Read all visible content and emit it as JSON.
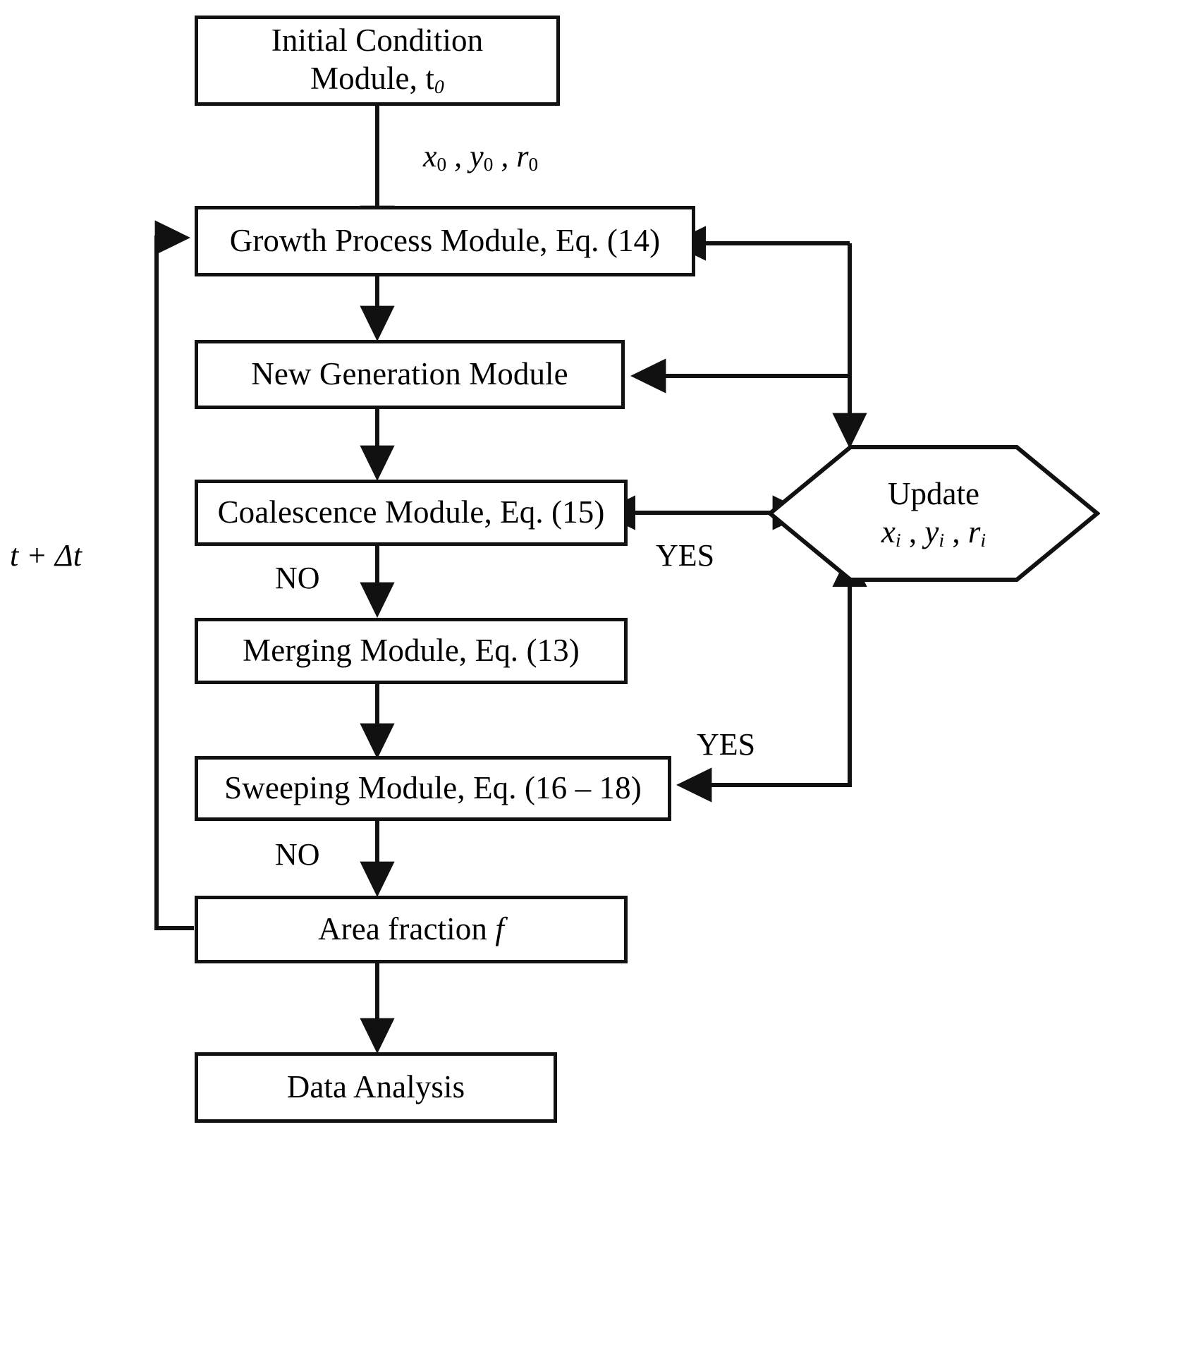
{
  "diagram": {
    "title": "Simulation flowchart",
    "stroke_color": "#111111",
    "background": "#ffffff"
  },
  "nodes": [
    {
      "id": "initial-condition",
      "shape": "rect",
      "line1": "Initial Condition",
      "line2": "Module, t",
      "sub2": "0"
    },
    {
      "id": "growth-process",
      "shape": "rect",
      "label": "Growth Process Module, Eq. (14)"
    },
    {
      "id": "new-generation",
      "shape": "rect",
      "label": "New Generation Module"
    },
    {
      "id": "coalescence",
      "shape": "rect",
      "label": "Coalescence Module, Eq. (15)"
    },
    {
      "id": "merging",
      "shape": "rect",
      "label": "Merging Module, Eq. (13)"
    },
    {
      "id": "sweeping",
      "shape": "rect",
      "label": "Sweeping Module, Eq. (16 – 18)"
    },
    {
      "id": "area-fraction",
      "shape": "rect",
      "label": "Area fraction f"
    },
    {
      "id": "data-analysis",
      "shape": "rect",
      "label": "Data Analysis"
    },
    {
      "id": "update",
      "shape": "hexagon",
      "line1": "Update",
      "line2": "x",
      "sub_a": "i",
      "line3": "y",
      "sub_b": "i",
      "line4": "r",
      "sub_c": "i"
    }
  ],
  "edge_labels": {
    "initial_to_growth": {
      "x": "x",
      "y": "y",
      "r": "r",
      "sub": "0"
    },
    "coalescence_no": "NO",
    "coalescence_yes": "YES",
    "sweeping_no": "NO",
    "sweeping_yes": "YES",
    "time_step": "t + Δt"
  },
  "node_text": {
    "initial_condition_line1": "Initial Condition",
    "initial_condition_line2": "Module, t",
    "growth_process": "Growth Process Module, Eq. (14)",
    "new_generation": "New Generation Module",
    "coalescence": "Coalescence Module, Eq. (15)",
    "merging": "Merging Module, Eq. (13)",
    "sweeping": "Sweeping Module, Eq. (16 – 18)",
    "area_fraction": "Area fraction",
    "area_fraction_symbol": "f",
    "data_analysis": "Data Analysis",
    "update_title": "Update"
  }
}
